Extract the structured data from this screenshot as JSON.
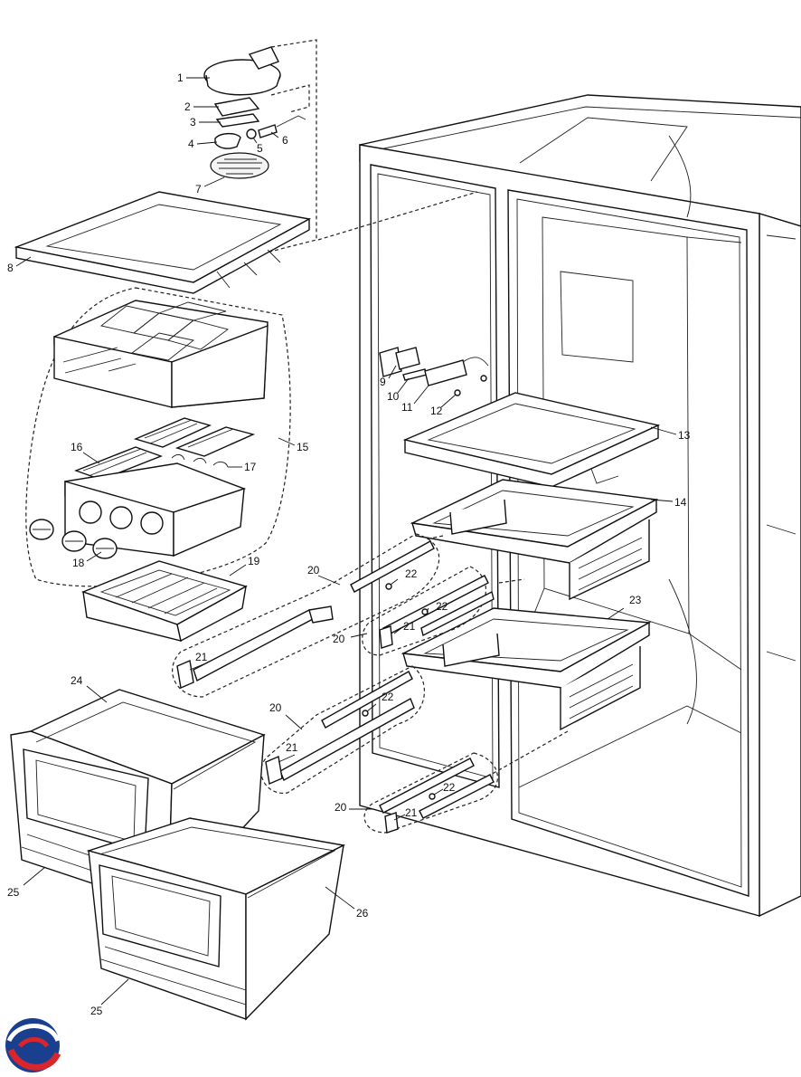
{
  "diagram": {
    "part_labels": [
      {
        "id": "p1",
        "text": "1"
      },
      {
        "id": "p2",
        "text": "2"
      },
      {
        "id": "p3",
        "text": "3"
      },
      {
        "id": "p4",
        "text": "4"
      },
      {
        "id": "p5",
        "text": "5"
      },
      {
        "id": "p6",
        "text": "6"
      },
      {
        "id": "p7",
        "text": "7"
      },
      {
        "id": "p8",
        "text": "8"
      },
      {
        "id": "p9",
        "text": "9"
      },
      {
        "id": "p10",
        "text": "10"
      },
      {
        "id": "p11",
        "text": "11"
      },
      {
        "id": "p12",
        "text": "12"
      },
      {
        "id": "p13",
        "text": "13"
      },
      {
        "id": "p14",
        "text": "14"
      },
      {
        "id": "p15",
        "text": "15"
      },
      {
        "id": "p16",
        "text": "16"
      },
      {
        "id": "p17",
        "text": "17"
      },
      {
        "id": "p18",
        "text": "18"
      },
      {
        "id": "p19",
        "text": "19"
      },
      {
        "id": "p20a",
        "text": "20"
      },
      {
        "id": "p20b",
        "text": "20"
      },
      {
        "id": "p20c",
        "text": "20"
      },
      {
        "id": "p20d",
        "text": "20"
      },
      {
        "id": "p21a",
        "text": "21"
      },
      {
        "id": "p21b",
        "text": "21"
      },
      {
        "id": "p21c",
        "text": "21"
      },
      {
        "id": "p21d",
        "text": "21"
      },
      {
        "id": "p22a",
        "text": "22"
      },
      {
        "id": "p22b",
        "text": "22"
      },
      {
        "id": "p22c",
        "text": "22"
      },
      {
        "id": "p22d",
        "text": "22"
      },
      {
        "id": "p23",
        "text": "23"
      },
      {
        "id": "p24",
        "text": "24"
      },
      {
        "id": "p25a",
        "text": "25"
      },
      {
        "id": "p25b",
        "text": "25"
      },
      {
        "id": "p26",
        "text": "26"
      }
    ]
  }
}
